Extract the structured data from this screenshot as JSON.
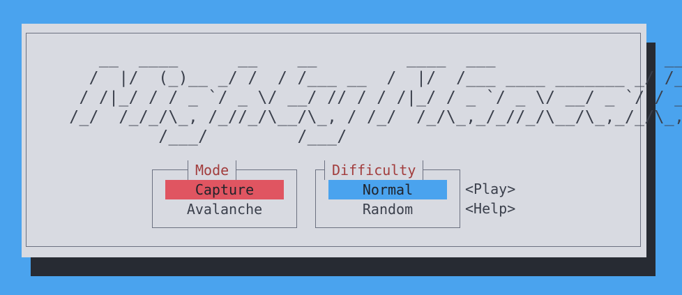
{
  "app": {
    "banner": "    __  ____      __    __         ____  ___                 __\n   /  |/  (_)__ _/ /  / /___ __  /  |/  /___ ____ _______ _/ /__ _\n  / /|_/ / / _ `/ _ \\/ __/ // / / /|_/ / _ `/ _ \\/ __/ _ `/ / _ `/\n /_/  /_/_/\\_, /_//_/\\__/\\_, / /_/  /_/\\_,_/_//_/\\__/\\_,_/_/\\_,_/\n          /___/         /___/"
  },
  "mode_panel": {
    "title": "Mode",
    "options": [
      "Capture",
      "Avalanche"
    ],
    "selected": "Capture"
  },
  "difficulty_panel": {
    "title": "Difficulty",
    "options": [
      "Normal",
      "Random"
    ],
    "selected": "Normal"
  },
  "actions": {
    "play": "<Play>",
    "help": "<Help>"
  },
  "colors": {
    "background": "#4aa3ee",
    "dialog": "#d8dae1",
    "shadow": "#272b33",
    "title_accent": "#a23d3d",
    "mode_highlight": "#e05561",
    "difficulty_highlight": "#4aa3ee"
  }
}
